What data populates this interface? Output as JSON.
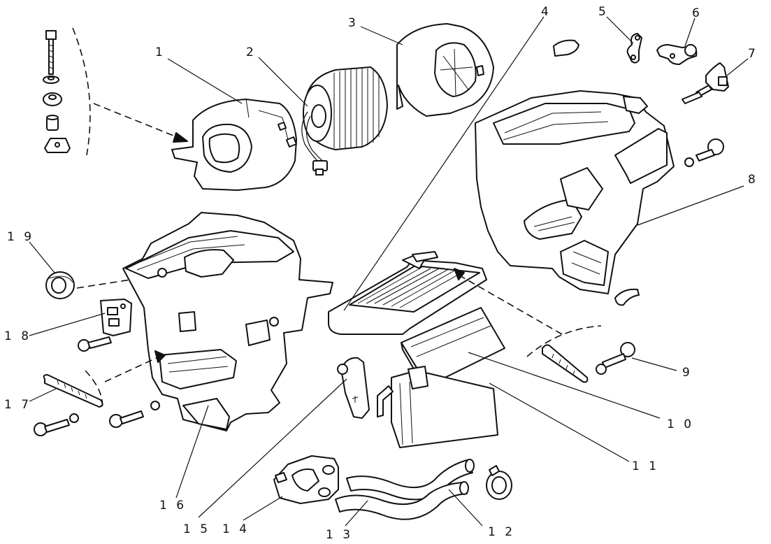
{
  "diagram": {
    "callouts": [
      {
        "id": "1",
        "label": "1"
      },
      {
        "id": "2",
        "label": "2"
      },
      {
        "id": "3",
        "label": "3"
      },
      {
        "id": "4",
        "label": "4"
      },
      {
        "id": "5",
        "label": "5"
      },
      {
        "id": "6",
        "label": "6"
      },
      {
        "id": "7",
        "label": "7"
      },
      {
        "id": "8",
        "label": "8"
      },
      {
        "id": "9",
        "label": "9"
      },
      {
        "id": "10",
        "label": "1 0"
      },
      {
        "id": "11",
        "label": "1 1"
      },
      {
        "id": "12",
        "label": "1 2"
      },
      {
        "id": "13",
        "label": "1 3"
      },
      {
        "id": "14",
        "label": "1 4"
      },
      {
        "id": "15",
        "label": "1 5"
      },
      {
        "id": "16",
        "label": "1 6"
      },
      {
        "id": "17",
        "label": "1 7"
      },
      {
        "id": "18",
        "label": "1 8"
      },
      {
        "id": "19",
        "label": "1 9"
      }
    ]
  }
}
